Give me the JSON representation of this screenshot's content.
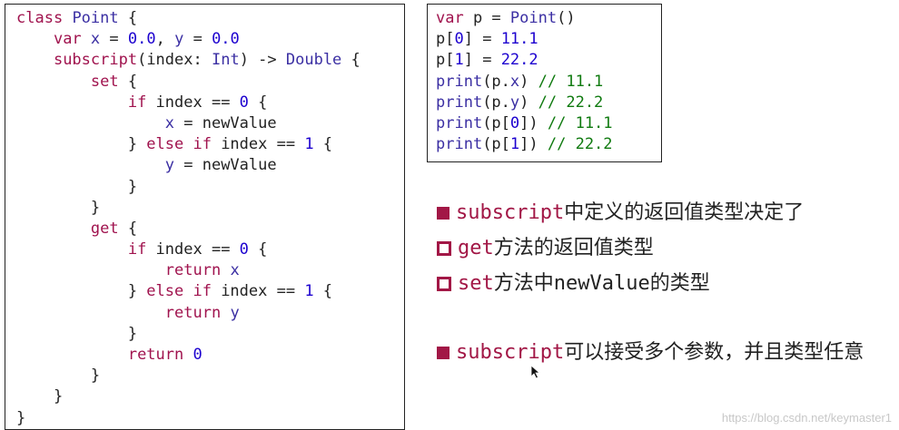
{
  "left_code": {
    "lines": [
      [
        [
          "kw",
          "class"
        ],
        [
          "plain",
          " "
        ],
        [
          "ty",
          "Point"
        ],
        [
          "plain",
          " {"
        ]
      ],
      [
        [
          "plain",
          "    "
        ],
        [
          "kw",
          "var"
        ],
        [
          "plain",
          " "
        ],
        [
          "prop",
          "x"
        ],
        [
          "plain",
          " = "
        ],
        [
          "num",
          "0.0"
        ],
        [
          "plain",
          ", "
        ],
        [
          "prop",
          "y"
        ],
        [
          "plain",
          " = "
        ],
        [
          "num",
          "0.0"
        ]
      ],
      [
        [
          "plain",
          "    "
        ],
        [
          "kw",
          "subscript"
        ],
        [
          "plain",
          "(index: "
        ],
        [
          "ty",
          "Int"
        ],
        [
          "plain",
          ") -> "
        ],
        [
          "ty",
          "Double"
        ],
        [
          "plain",
          " {"
        ]
      ],
      [
        [
          "plain",
          "        "
        ],
        [
          "kw",
          "set"
        ],
        [
          "plain",
          " {"
        ]
      ],
      [
        [
          "plain",
          "            "
        ],
        [
          "kw",
          "if"
        ],
        [
          "plain",
          " index == "
        ],
        [
          "num",
          "0"
        ],
        [
          "plain",
          " {"
        ]
      ],
      [
        [
          "plain",
          "                "
        ],
        [
          "prop",
          "x"
        ],
        [
          "plain",
          " = newValue"
        ]
      ],
      [
        [
          "plain",
          "            } "
        ],
        [
          "kw",
          "else if"
        ],
        [
          "plain",
          " index == "
        ],
        [
          "num",
          "1"
        ],
        [
          "plain",
          " {"
        ]
      ],
      [
        [
          "plain",
          "                "
        ],
        [
          "prop",
          "y"
        ],
        [
          "plain",
          " = newValue"
        ]
      ],
      [
        [
          "plain",
          "            }"
        ]
      ],
      [
        [
          "plain",
          "        }"
        ]
      ],
      [
        [
          "plain",
          "        "
        ],
        [
          "kw",
          "get"
        ],
        [
          "plain",
          " {"
        ]
      ],
      [
        [
          "plain",
          "            "
        ],
        [
          "kw",
          "if"
        ],
        [
          "plain",
          " index == "
        ],
        [
          "num",
          "0"
        ],
        [
          "plain",
          " {"
        ]
      ],
      [
        [
          "plain",
          "                "
        ],
        [
          "kw",
          "return"
        ],
        [
          "plain",
          " "
        ],
        [
          "prop",
          "x"
        ]
      ],
      [
        [
          "plain",
          "            } "
        ],
        [
          "kw",
          "else if"
        ],
        [
          "plain",
          " index == "
        ],
        [
          "num",
          "1"
        ],
        [
          "plain",
          " {"
        ]
      ],
      [
        [
          "plain",
          "                "
        ],
        [
          "kw",
          "return"
        ],
        [
          "plain",
          " "
        ],
        [
          "prop",
          "y"
        ]
      ],
      [
        [
          "plain",
          "            }"
        ]
      ],
      [
        [
          "plain",
          "            "
        ],
        [
          "kw",
          "return"
        ],
        [
          "plain",
          " "
        ],
        [
          "num",
          "0"
        ]
      ],
      [
        [
          "plain",
          "        }"
        ]
      ],
      [
        [
          "plain",
          "    }"
        ]
      ],
      [
        [
          "plain",
          "}"
        ]
      ]
    ]
  },
  "right_code": {
    "lines": [
      [
        [
          "kw",
          "var"
        ],
        [
          "plain",
          " p = "
        ],
        [
          "ty",
          "Point"
        ],
        [
          "plain",
          "()"
        ]
      ],
      [
        [
          "plain",
          "p["
        ],
        [
          "num",
          "0"
        ],
        [
          "plain",
          "] = "
        ],
        [
          "num",
          "11.1"
        ]
      ],
      [
        [
          "plain",
          "p["
        ],
        [
          "num",
          "1"
        ],
        [
          "plain",
          "] = "
        ],
        [
          "num",
          "22.2"
        ]
      ],
      [
        [
          "ty",
          "print"
        ],
        [
          "plain",
          "(p."
        ],
        [
          "prop",
          "x"
        ],
        [
          "plain",
          ") "
        ],
        [
          "cmt",
          "// 11.1"
        ]
      ],
      [
        [
          "ty",
          "print"
        ],
        [
          "plain",
          "(p."
        ],
        [
          "prop",
          "y"
        ],
        [
          "plain",
          ") "
        ],
        [
          "cmt",
          "// 22.2"
        ]
      ],
      [
        [
          "ty",
          "print"
        ],
        [
          "plain",
          "(p["
        ],
        [
          "num",
          "0"
        ],
        [
          "plain",
          "]) "
        ],
        [
          "cmt",
          "// 11.1"
        ]
      ],
      [
        [
          "ty",
          "print"
        ],
        [
          "plain",
          "(p["
        ],
        [
          "num",
          "1"
        ],
        [
          "plain",
          "]) "
        ],
        [
          "cmt",
          "// 22.2"
        ]
      ]
    ]
  },
  "bullets": {
    "b1": {
      "code": "subscript",
      "text": "中定义的返回值类型决定了"
    },
    "b2": {
      "code": "get",
      "text": "方法的返回值类型"
    },
    "b3": {
      "code": "set",
      "text": "方法中",
      "code2": "newValue",
      "text2": "的类型"
    },
    "b4": {
      "code": "subscript",
      "text": "可以接受多个参数，并且类型任意"
    }
  },
  "watermark": "https://blog.csdn.net/keymaster1",
  "colors": {
    "accent": "#a21746",
    "keyword": "#a0134e",
    "number": "#1c00cf",
    "comment": "#0f7a0f"
  }
}
